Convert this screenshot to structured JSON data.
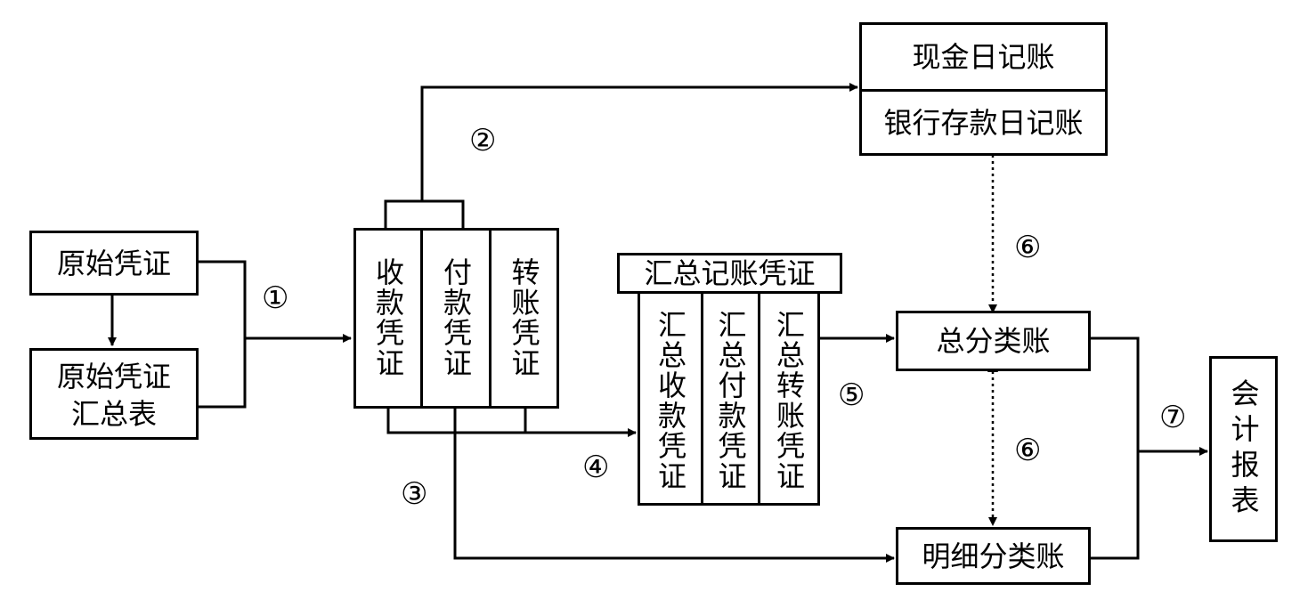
{
  "nodes": {
    "original_voucher": "原始凭证",
    "original_voucher_summary_line1": "原始凭证",
    "original_voucher_summary_line2": "汇总表",
    "receipt_voucher": "收款凭证",
    "payment_voucher": "付款凭证",
    "transfer_voucher": "转账凭证",
    "summary_voucher_header": "汇总记账凭证",
    "summary_receipt_voucher": "汇总收款凭证",
    "summary_payment_voucher": "汇总付款凭证",
    "summary_transfer_voucher": "汇总转账凭证",
    "cash_journal": "现金日记账",
    "bank_journal": "银行存款日记账",
    "general_ledger": "总分类账",
    "subsidiary_ledger": "明细分类账",
    "financial_statements": "会计报表"
  },
  "steps": {
    "s1": "①",
    "s2": "②",
    "s3": "③",
    "s4": "④",
    "s5": "⑤",
    "s6a": "⑥",
    "s6b": "⑥",
    "s7": "⑦"
  },
  "colors": {
    "line": "#000000",
    "background": "#ffffff"
  }
}
